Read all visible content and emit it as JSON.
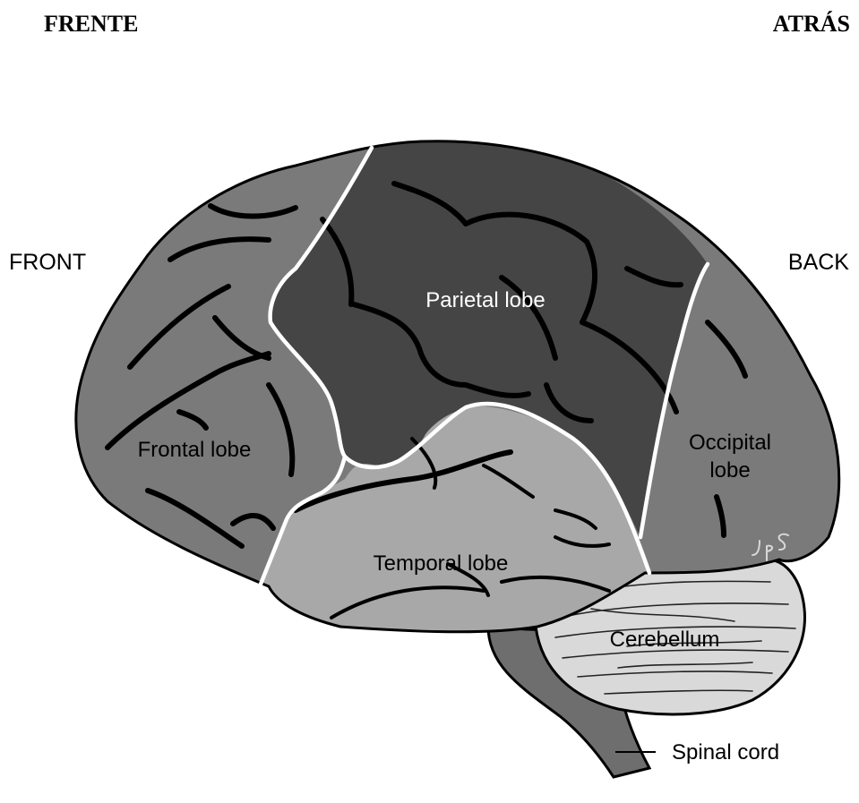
{
  "header": {
    "left_label": "FRENTE",
    "right_label": "ATRÁS"
  },
  "diagram": {
    "side_labels": {
      "front": "FRONT",
      "back": "BACK"
    },
    "regions": {
      "parietal": "Parietal lobe",
      "frontal": "Frontal lobe",
      "occipital_line1": "Occipital",
      "occipital_line2": "lobe",
      "temporal": "Temporal lobe",
      "cerebellum": "Cerebellum",
      "spinal_cord": "Spinal cord"
    },
    "signature": "JpS",
    "colors": {
      "frontal": "#7a7a7a",
      "parietal": "#454545",
      "occipital": "#7a7a7a",
      "temporal": "#a8a8a8",
      "cerebellum": "#d9d9d9",
      "brainstem": "#6e6e6e",
      "lobe_border": "#ffffff"
    }
  }
}
